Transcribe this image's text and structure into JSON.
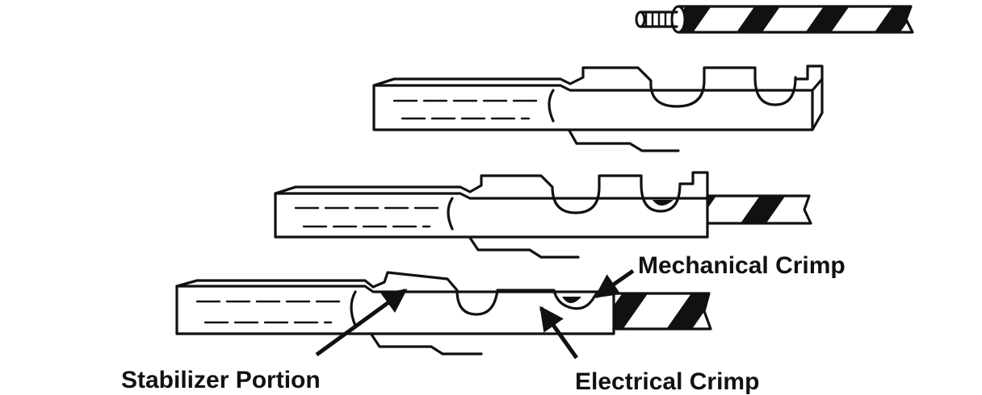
{
  "labels": {
    "mechanical": "Mechanical Crimp",
    "stabilizer": "Stabilizer Portion",
    "electrical": "Electrical Crimp"
  }
}
